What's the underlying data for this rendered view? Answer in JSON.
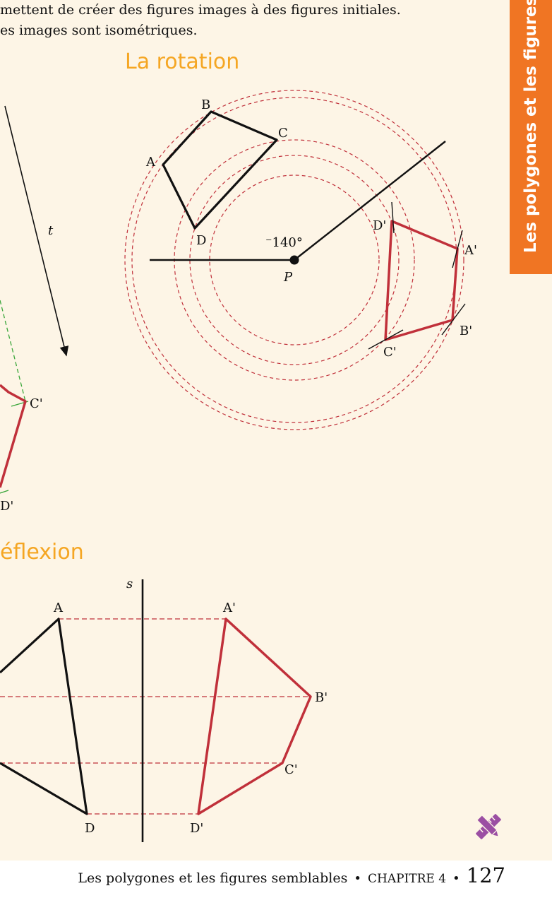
{
  "intro": {
    "line1": "mettent de créer des figures images à des figures initiales.",
    "line2": "es images sont isométriques."
  },
  "rotation": {
    "title": "La rotation",
    "angle_label": "⁻140°",
    "center_label": "P",
    "original_labels": [
      "A",
      "B",
      "C",
      "D"
    ],
    "image_labels": [
      "A'",
      "B'",
      "C'",
      "D'"
    ]
  },
  "translation": {
    "vector_label": "t",
    "image_labels": [
      "C'",
      "D'"
    ]
  },
  "reflexion": {
    "title": "éflexion",
    "axis_label": "s",
    "original_labels": [
      "A",
      "D"
    ],
    "image_labels": [
      "A'",
      "B'",
      "C'",
      "D'"
    ]
  },
  "side_tab": {
    "text": "Les polygones et les figures sem"
  },
  "footer": {
    "running_title": "Les polygones et les figures semblables",
    "bullet": "•",
    "chapter": "CHAPITRE 4",
    "page_number": "127"
  },
  "icons": {
    "tools": "ruler-pencil-icon"
  },
  "colors": {
    "background": "#fdf5e6",
    "title_accent": "#f5a623",
    "side_tab": "#f07523",
    "image_figure": "#c0303a",
    "construction_circles": "#c0303a",
    "construction_lines_green": "#3aa63a",
    "icon": "#9b4fa3"
  }
}
